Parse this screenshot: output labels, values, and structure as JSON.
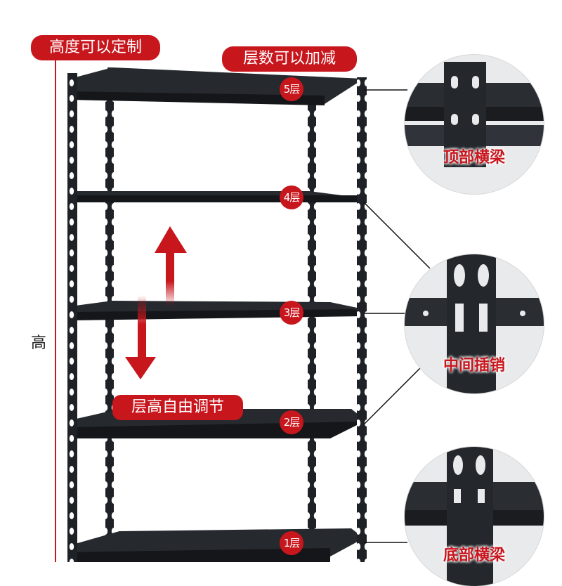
{
  "labels": {
    "height_customizable": "高度可以定制",
    "layers_adjustable": "层数可以加减",
    "layer_height_adjust": "层高自由调节",
    "height": "高"
  },
  "levels": [
    "5层",
    "4层",
    "3层",
    "2层",
    "1层"
  ],
  "details": {
    "top_beam": "顶部横梁",
    "middle_pin": "中间插销",
    "bottom_beam": "底部横梁"
  },
  "colors": {
    "accent": "#c8161d",
    "steel": "#1e2126",
    "background": "#ffffff"
  }
}
